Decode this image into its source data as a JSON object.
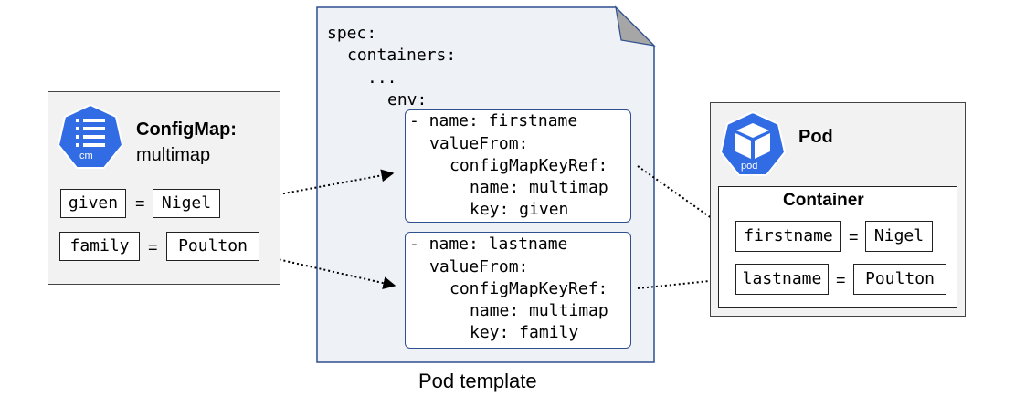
{
  "configmap": {
    "icon_label": "cm",
    "title": "ConfigMap:",
    "name": "multimap",
    "entries": [
      {
        "key": "given",
        "value": "Nigel"
      },
      {
        "key": "family",
        "value": "Poulton"
      }
    ],
    "equals": "="
  },
  "template": {
    "lines": [
      "spec:",
      "containers:",
      "...",
      "env:"
    ],
    "env": [
      {
        "lines": [
          "- name: firstname",
          "valueFrom:",
          "configMapKeyRef:",
          "name: multimap",
          "key: given"
        ]
      },
      {
        "lines": [
          "- name: lastname",
          "valueFrom:",
          "configMapKeyRef:",
          "name: multimap",
          "key: family"
        ]
      }
    ],
    "caption": "Pod template"
  },
  "pod": {
    "icon_label": "pod",
    "title": "Pod",
    "container_title": "Container",
    "vars": [
      {
        "key": "firstname",
        "value": "Nigel"
      },
      {
        "key": "lastname",
        "value": "Poulton"
      }
    ],
    "equals": "="
  },
  "colors": {
    "k8s_blue": "#326CE5",
    "panel_fill": "#F2F2F2",
    "template_fill": "#EEF1F6",
    "template_border": "#2F4F8F"
  }
}
